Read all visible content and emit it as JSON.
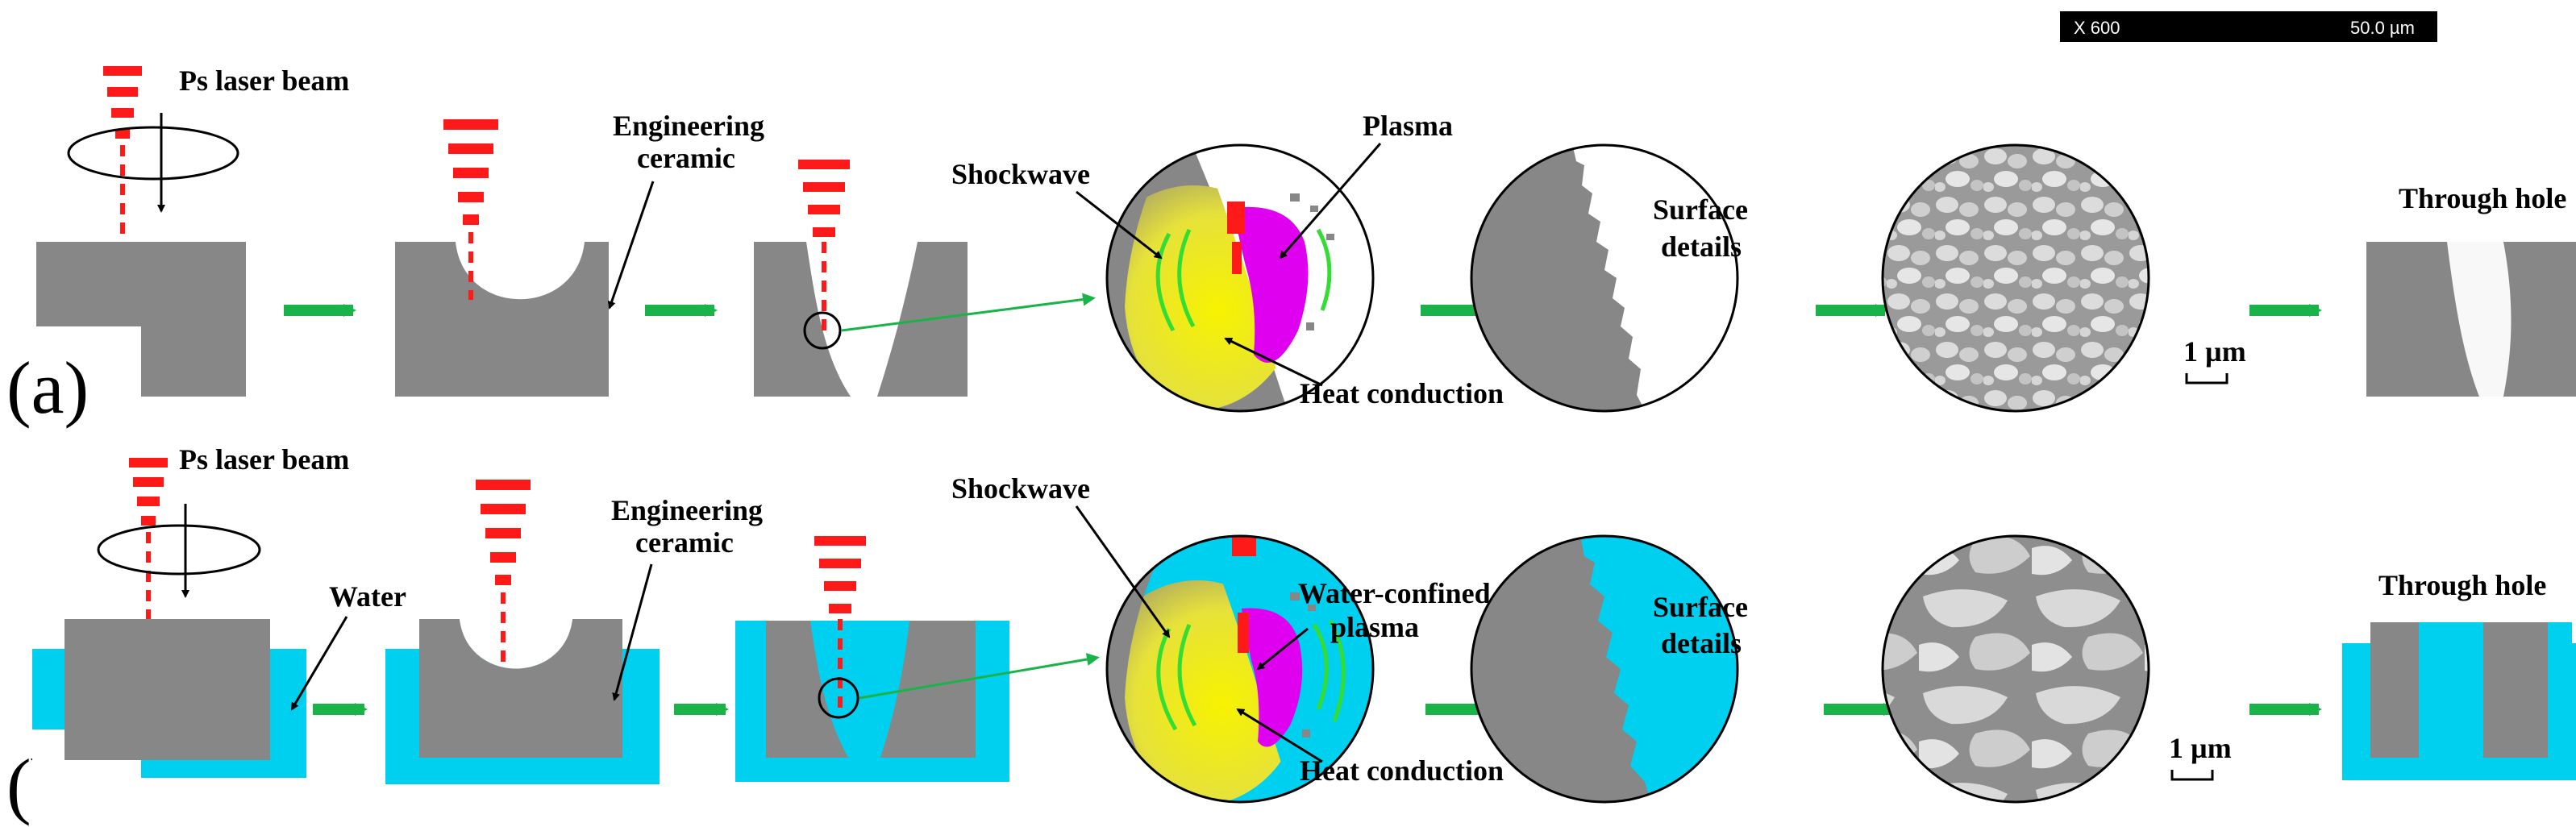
{
  "colors": {
    "ceramic": "#878787",
    "water": "#00d0f0",
    "laser": "#ff1a1a",
    "arrow": "#1ab34a",
    "plasma": "#e000f0",
    "heat": "#f2ee10",
    "shock": "#33dd33"
  },
  "scale_bar_top": {
    "magnification": "X 600",
    "length": "50.0 µm"
  },
  "row_a": {
    "panel_label": "(a)",
    "laser_label": "Ps laser beam",
    "ceramic_label": "Engineering\nceramic",
    "shockwave_label": "Shockwave",
    "plasma_label": "Plasma",
    "heat_label": "Heat conduction",
    "surface_label": "Surface\ndetails",
    "micro_scale": "1 µm",
    "result_label": "Through hole"
  },
  "row_b": {
    "panel_label": "(b)",
    "laser_label": "Ps laser beam",
    "water_label": "Water",
    "ceramic_label": "Engineering\nceramic",
    "shockwave_label": "Shockwave",
    "plasma_label": "Water-confined\nplasma",
    "heat_label": "Heat conduction",
    "surface_label": "Surface\ndetails",
    "micro_scale": "1 µm",
    "result_label": "Through hole"
  }
}
